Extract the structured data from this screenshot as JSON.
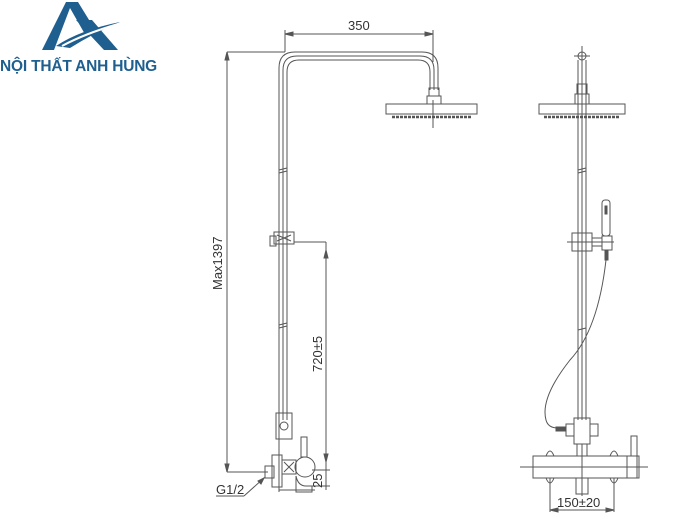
{
  "brand": {
    "name": "NỘI THẤT ANH HÙNG",
    "logo_icon": "mountain-triangle-logo-icon",
    "color": "#1f5f8f"
  },
  "drawing": {
    "title": "Shower column technical drawing",
    "views": [
      "side-view",
      "front-view"
    ],
    "line_color": "#555555",
    "dimensions": {
      "arm_reach": "350",
      "max_height": "Max1397",
      "slider_height": "720±5",
      "outlet_offset": "25",
      "inlet_thread": "G1/2",
      "inlet_spacing": "150±20"
    }
  }
}
